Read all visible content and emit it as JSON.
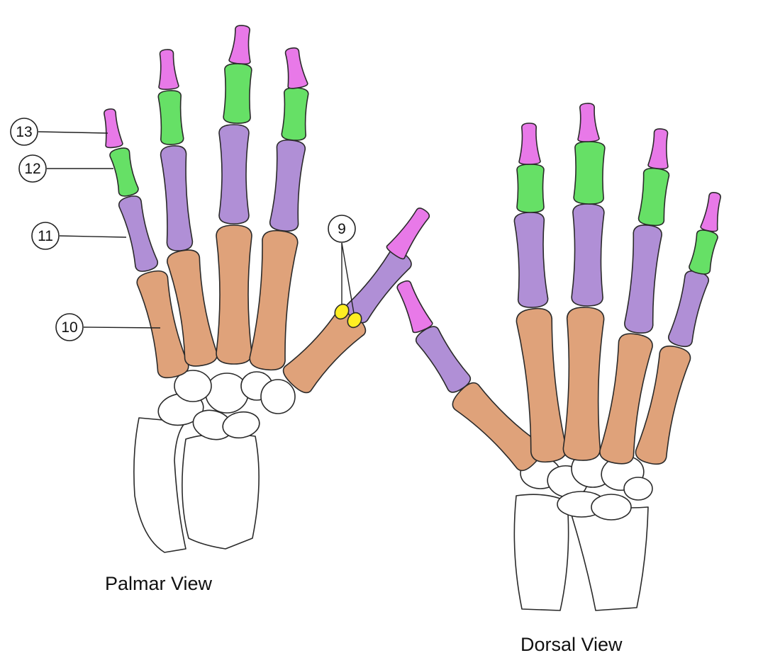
{
  "colors": {
    "distal_phalanx": "#e879e8",
    "middle_phalanx": "#66e066",
    "proximal_phalanx": "#b08fd6",
    "metacarpal": "#dfa27a",
    "carpal": "#ffffff",
    "forearm": "#ffffff",
    "sesamoid": "#ffee22",
    "outline": "#2a2a2a"
  },
  "captions": {
    "palmar": "Palmar View",
    "dorsal": "Dorsal View"
  },
  "callouts": [
    {
      "id": "c13",
      "number": "13"
    },
    {
      "id": "c12",
      "number": "12"
    },
    {
      "id": "c11",
      "number": "11"
    },
    {
      "id": "c10",
      "number": "10"
    },
    {
      "id": "c9",
      "number": "9"
    }
  ]
}
